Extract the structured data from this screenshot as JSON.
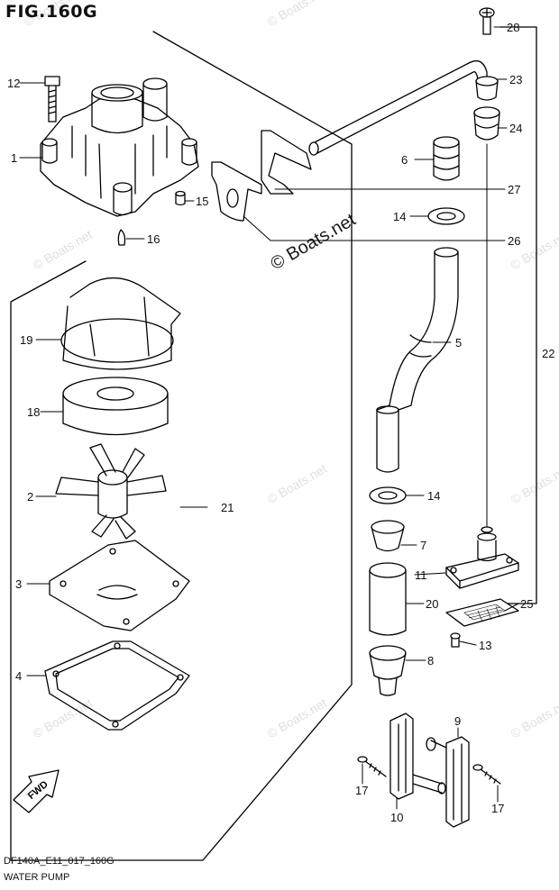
{
  "diagram": {
    "figure_label": "FIG.160G",
    "drawing_code": "DF140A_E11_017_160G",
    "caption": "WATER PUMP",
    "watermark": "© Boats.net",
    "fwd_arrow_text": "FWD"
  },
  "callouts": [
    {
      "id": "c1",
      "label": "1",
      "part": "pump-case"
    },
    {
      "id": "c2",
      "label": "2",
      "part": "impeller"
    },
    {
      "id": "c3",
      "label": "3",
      "part": "plate"
    },
    {
      "id": "c4",
      "label": "4",
      "part": "gasket"
    },
    {
      "id": "c5",
      "label": "5",
      "part": "water-tube"
    },
    {
      "id": "c6",
      "label": "6",
      "part": "grommet"
    },
    {
      "id": "c7",
      "label": "7",
      "part": "seal"
    },
    {
      "id": "c8",
      "label": "8",
      "part": "seal"
    },
    {
      "id": "c9",
      "label": "9",
      "part": "screen"
    },
    {
      "id": "c10",
      "label": "10",
      "part": "screen-holder"
    },
    {
      "id": "c11",
      "label": "11",
      "part": "holder"
    },
    {
      "id": "c12",
      "label": "12",
      "part": "bolt"
    },
    {
      "id": "c13",
      "label": "13",
      "part": "screw"
    },
    {
      "id": "c14a",
      "label": "14",
      "part": "washer"
    },
    {
      "id": "c14b",
      "label": "14",
      "part": "washer"
    },
    {
      "id": "c15",
      "label": "15",
      "part": "pin"
    },
    {
      "id": "c16",
      "label": "16",
      "part": "key"
    },
    {
      "id": "c17a",
      "label": "17",
      "part": "screw"
    },
    {
      "id": "c17b",
      "label": "17",
      "part": "screw"
    },
    {
      "id": "c18",
      "label": "18",
      "part": "liner"
    },
    {
      "id": "c19",
      "label": "19",
      "part": "o-ring"
    },
    {
      "id": "c20",
      "label": "20",
      "part": "pipe"
    },
    {
      "id": "c21",
      "label": "21",
      "part": "repair-kit"
    },
    {
      "id": "c22",
      "label": "22",
      "part": "water-pipe-assy"
    },
    {
      "id": "c23",
      "label": "23",
      "part": "grommet"
    },
    {
      "id": "c24",
      "label": "24",
      "part": "grommet"
    },
    {
      "id": "c25",
      "label": "25",
      "part": "strainer"
    },
    {
      "id": "c26",
      "label": "26",
      "part": "clamp"
    },
    {
      "id": "c27",
      "label": "27",
      "part": "clamp"
    },
    {
      "id": "c28",
      "label": "28",
      "part": "screw"
    }
  ]
}
